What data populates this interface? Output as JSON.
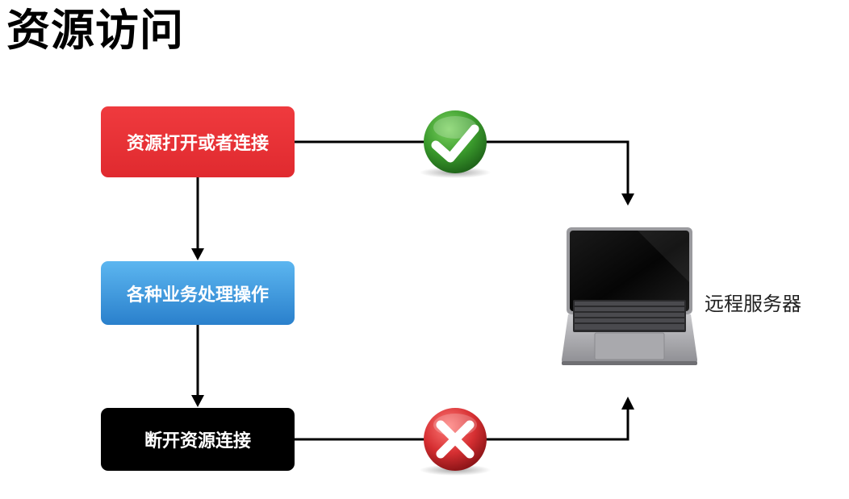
{
  "title": "资源访问",
  "steps": [
    {
      "label": "资源打开或者连接",
      "color": "#e8303a"
    },
    {
      "label": "各种业务处理操作",
      "color": "#3d98de"
    },
    {
      "label": "断开资源连接",
      "color": "#000000"
    }
  ],
  "server": {
    "label": "远程服务器",
    "icon": "laptop-icon"
  },
  "status_icons": [
    {
      "icon": "check-icon",
      "color": "#3a9a2c"
    },
    {
      "icon": "cross-icon",
      "color": "#d62f32"
    }
  ]
}
